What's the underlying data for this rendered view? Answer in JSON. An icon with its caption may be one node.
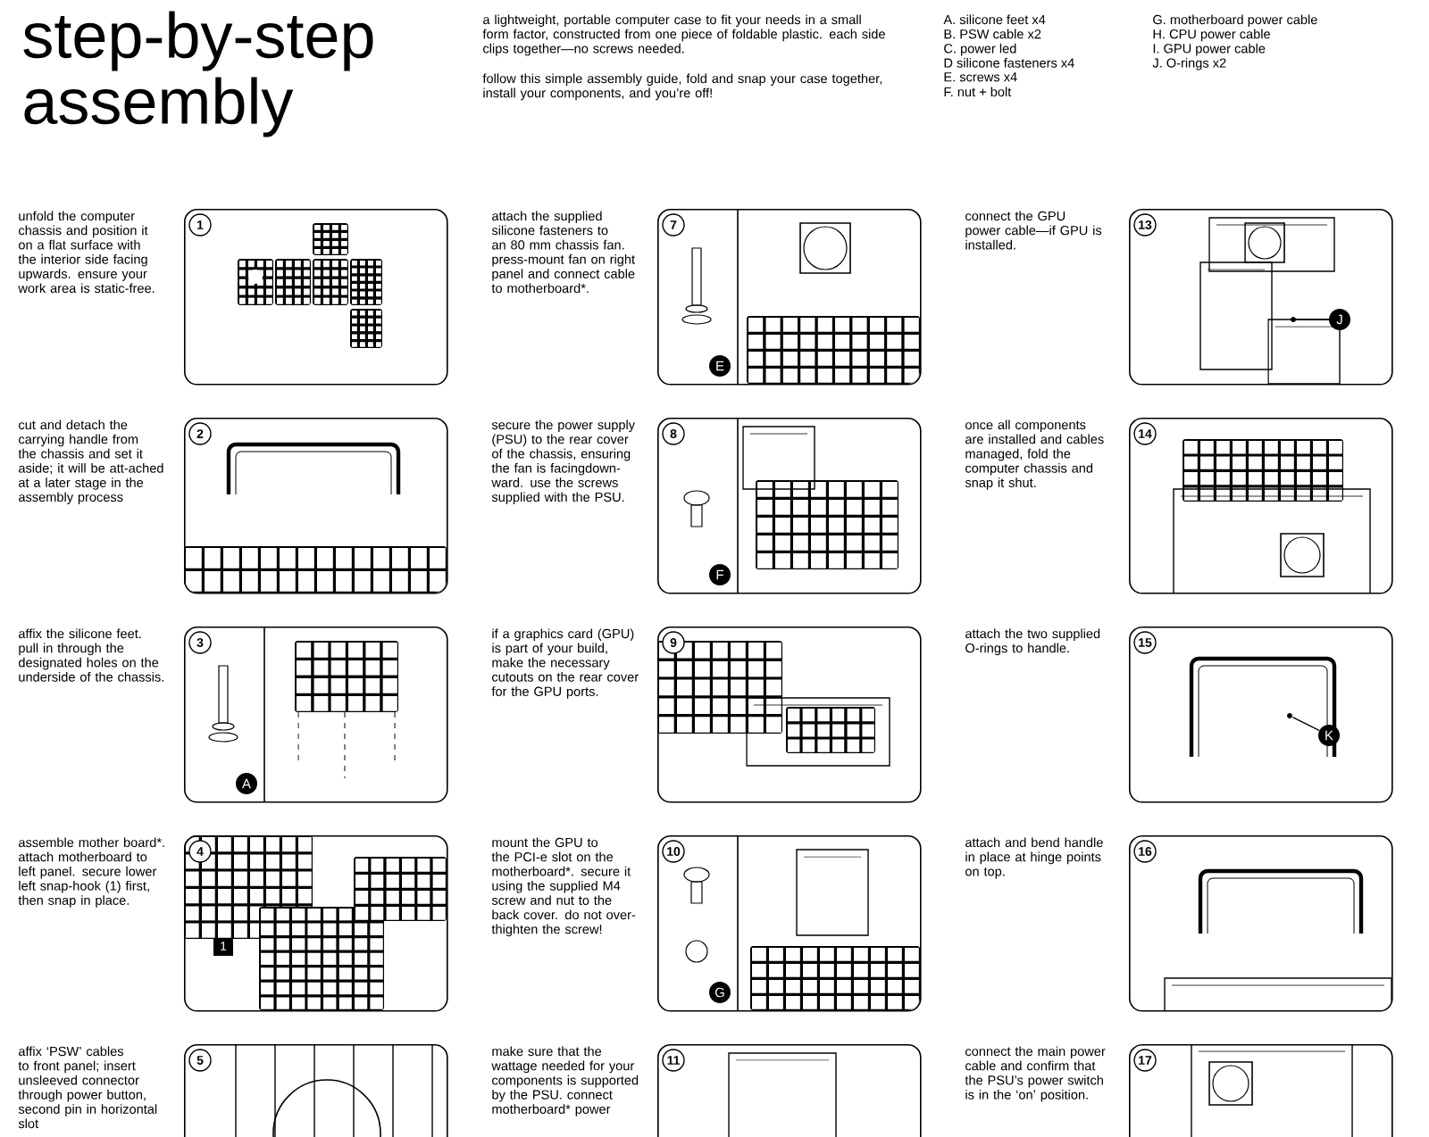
{
  "diagram": {
    "title": "step-by-step assembly",
    "nodes": [
      {
        "text": [
          "1"
        ],
        "beside": [
          "unfold the computer chassis and position it on a flat surface with the interior side facing upwards. ensure your work area is static-free."
        ]
      },
      {
        "text": [
          "2"
        ],
        "beside": [
          "cut and detach the carrying handle from the chassis and set it aside; it will be att-ached at a later stage in the assembly process"
        ]
      },
      {
        "text": [
          "3"
        ],
        "beside": [
          "affix the silicone feet. pull in through the designated holes on the underside of the chassis."
        ]
      },
      {
        "text": [
          "A"
        ],
        "in": 2
      },
      {
        "text": [
          "4"
        ],
        "beside": [
          "assemble mother board*. attach motherboard to left panel. secure lower left snap-hook (1) first, then snap in place."
        ]
      },
      {
        "text": [
          "5"
        ],
        "beside": [
          "affix ‘PSW’ cables to front panel; insert unsleeved connector through power button, second pin in horizontal slot"
        ]
      },
      {
        "text": [
          "7"
        ],
        "beside": [
          "attach the supplied silicone fasteners to an 80 mm chassis fan. press-mount fan on right panel and connect cable to motherboard*."
        ]
      },
      {
        "text": [
          "E"
        ],
        "in": 6
      },
      {
        "text": [
          "8"
        ],
        "beside": [
          "secure the power supply (PSU) to the rear cover of the chassis, ensuring the fan is facingdown-ward. use the screws supplied with the PSU."
        ]
      },
      {
        "text": [
          "F"
        ],
        "in": 8
      },
      {
        "text": [
          "9"
        ],
        "beside": [
          "if a graphics card (GPU) is part of your build, make the necessary cutouts on the rear cover for the GPU ports."
        ]
      },
      {
        "text": [
          "10"
        ],
        "beside": [
          "mount the GPU to the PCI-e slot on the motherboard*. secure it using the supplied M4 screw and nut to the back cover. do not over-thighten the screw!"
        ]
      },
      {
        "text": [
          "G"
        ],
        "in": 11
      },
      {
        "text": [
          "11"
        ],
        "beside": [
          "make sure that the wattage needed for your components is supported by the PSU. connect motherboard* power"
        ]
      },
      {
        "text": [
          "13"
        ],
        "beside": [
          "connect the GPU power cable—if GPU is installed."
        ]
      },
      {
        "text": [
          "J"
        ],
        "in": 14
      },
      {
        "text": [],
        "shape": "picture",
        "in": 14
      },
      {
        "text": [
          "14"
        ],
        "beside": [
          "once all components are installed and cables managed, fold the computer chassis and snap it shut."
        ]
      },
      {
        "text": [
          "15"
        ],
        "beside": [
          "attach the two supplied O-rings to handle."
        ]
      },
      {
        "text": [
          "K"
        ],
        "in": 18
      },
      {
        "text": [],
        "shape": "picture",
        "in": 18
      },
      {
        "text": [
          "16"
        ],
        "beside": [
          "attach and bend handle in place at hinge points on top."
        ]
      },
      {
        "text": [
          "17"
        ],
        "beside": [
          "connect the main power cable and confirm that the PSU’s power switch is in the ‘on’ position."
        ]
      }
    ],
    "edges": [
      {
        "from": 15,
        "to": 16,
        "arrow": "none"
      },
      {
        "from": 19,
        "to": 20,
        "arrow": "none"
      }
    ],
    "labels": [
      "a lightweight, portable computer case to fit your needs in a small form factor, constructed from one piece of foldable plastic. each side clips together—no screws needed.",
      "follow this simple assembly guide, fold and snap your case together, install your components, and you’re off!",
      "A. silicone feet x4",
      "B. PSW cable x2",
      "C. power led",
      "D silicone fasteners x4",
      "E. screws x4",
      "F. nut + bolt",
      "G. motherboard power cable",
      "H. CPU power cable",
      "I. GPU power cable",
      "J. O-rings x2",
      "1"
    ]
  }
}
